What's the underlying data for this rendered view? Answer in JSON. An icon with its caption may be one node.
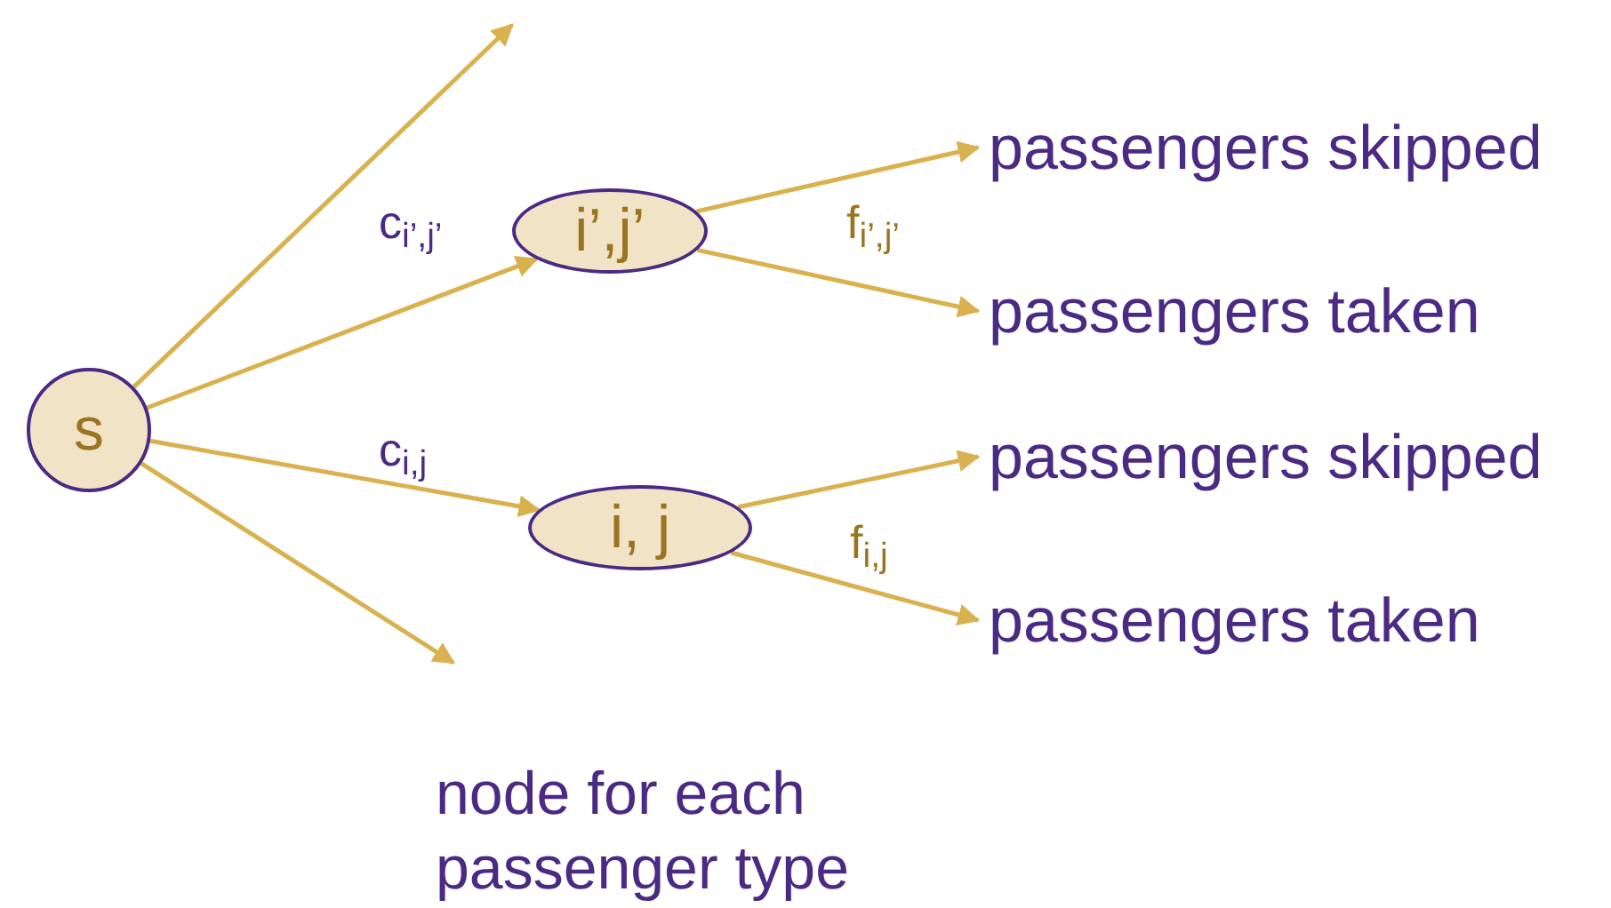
{
  "diagram": {
    "nodes": [
      {
        "text": [
          "s"
        ]
      },
      {
        "text": [
          "i’,j’"
        ]
      },
      {
        "text": [
          "passengers skipped"
        ]
      },
      {
        "text": [
          "passengers taken"
        ]
      },
      {
        "text": [
          "i, j"
        ]
      },
      {
        "text": [
          "passengers skipped"
        ]
      },
      {
        "text": [
          "passengers taken"
        ]
      }
    ],
    "edges": [
      {
        "from": 0,
        "to": null,
        "arrow": "to"
      },
      {
        "from": 0,
        "to": 1,
        "arrow": "to",
        "label": "c$_{i’,j’}$"
      },
      {
        "from": 0,
        "to": 4,
        "arrow": "to",
        "label": "c$_{i,j}$"
      },
      {
        "from": 0,
        "to": null,
        "arrow": "to"
      },
      {
        "from": 1,
        "to": 2,
        "arrow": "to"
      },
      {
        "from": 1,
        "to": 3,
        "arrow": "to",
        "label": "f$_{i’,j’}$"
      },
      {
        "from": 4,
        "to": 5,
        "arrow": "to"
      },
      {
        "from": 4,
        "to": 6,
        "arrow": "to",
        "label": "f$_{i,j}$"
      }
    ],
    "labels": [
      "node for each passenger type"
    ]
  }
}
